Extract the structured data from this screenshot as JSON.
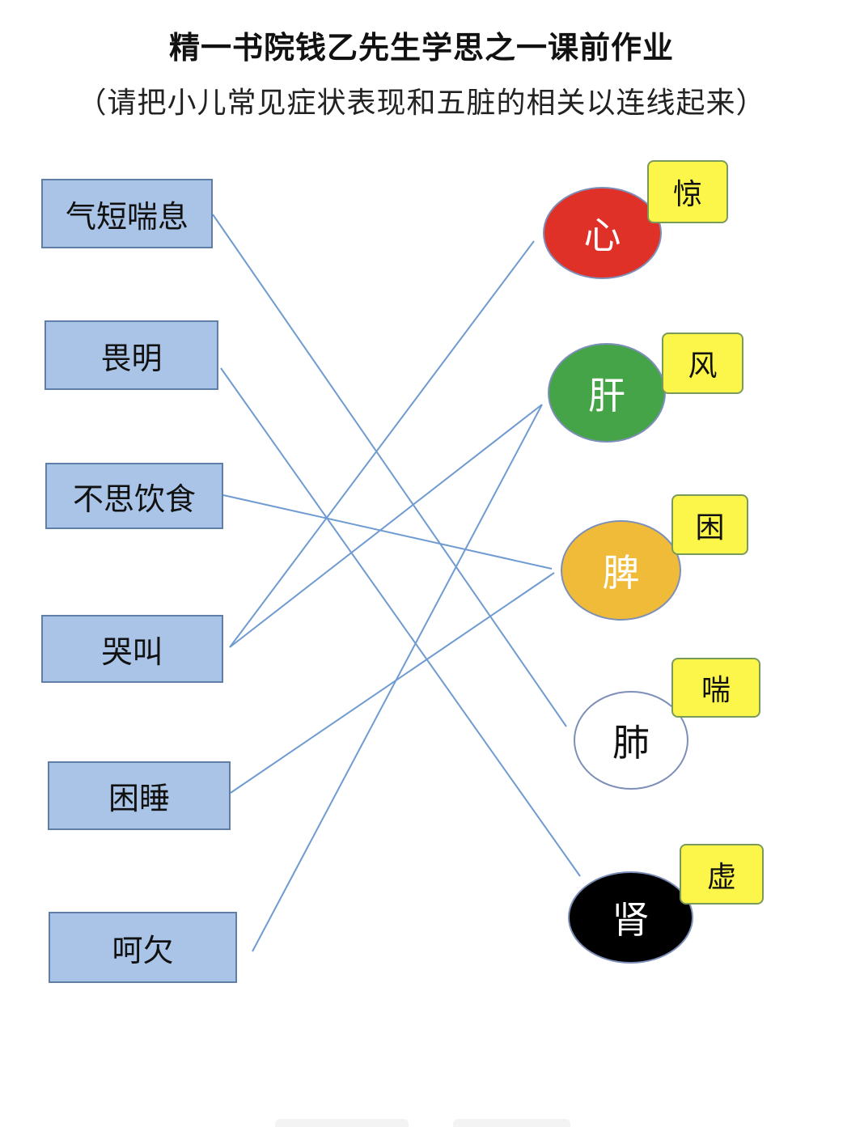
{
  "title": "精一书院钱乙先生学思之一课前作业",
  "subtitle": "（请把小儿常见症状表现和五脏的相关以连线起来）",
  "symptoms": [
    {
      "label": "气短喘息"
    },
    {
      "label": "畏明"
    },
    {
      "label": "不思饮食"
    },
    {
      "label": "哭叫"
    },
    {
      "label": "困睡"
    },
    {
      "label": "呵欠"
    }
  ],
  "organs": [
    {
      "label": "心",
      "tag": "惊",
      "color": "#e03128",
      "text_color": "#ffffff"
    },
    {
      "label": "肝",
      "tag": "风",
      "color": "#45a348",
      "text_color": "#ffffff"
    },
    {
      "label": "脾",
      "tag": "困",
      "color": "#f1bb3a",
      "text_color": "#ffffff"
    },
    {
      "label": "肺",
      "tag": "喘",
      "color": "#ffffff",
      "text_color": "#111111"
    },
    {
      "label": "肾",
      "tag": "虚",
      "color": "#000000",
      "text_color": "#ffffff"
    }
  ],
  "connections": [
    {
      "from": "气短喘息",
      "to": "肺"
    },
    {
      "from": "畏明",
      "to": "肾"
    },
    {
      "from": "不思饮食",
      "to": "脾"
    },
    {
      "from": "哭叫",
      "to": "心"
    },
    {
      "from": "哭叫",
      "to": "肝"
    },
    {
      "from": "困睡",
      "to": "脾"
    },
    {
      "from": "呵欠",
      "to": "肝"
    }
  ],
  "colors": {
    "symptom_fill": "#a9c4e6",
    "symptom_border": "#5f7fa8",
    "tag_fill": "#fcf64b",
    "line": "#6f9bd0"
  }
}
